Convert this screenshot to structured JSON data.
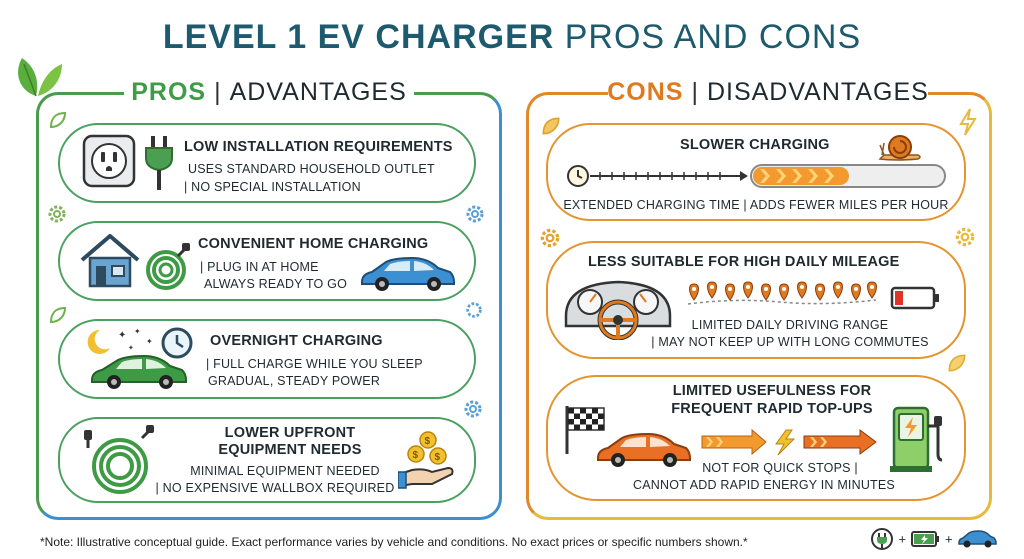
{
  "title": {
    "strong": "LEVEL 1 EV CHARGER",
    "light": "PROS AND CONS"
  },
  "pros": {
    "heading_strong": "PROS",
    "heading_sep": "|",
    "heading_rest": "ADVANTAGES",
    "cards": [
      {
        "title": "LOW INSTALLATION REQUIREMENTS",
        "line1": "USES STANDARD HOUSEHOLD OUTLET",
        "line2": "| NO SPECIAL INSTALLATION"
      },
      {
        "title": "CONVENIENT HOME CHARGING",
        "line1": "| PLUG IN AT HOME",
        "line2": "ALWAYS READY TO GO"
      },
      {
        "title": "OVERNIGHT CHARGING",
        "line1": "| FULL CHARGE WHILE YOU SLEEP",
        "line2": "GRADUAL, STEADY POWER"
      },
      {
        "title1": "LOWER UPFRONT",
        "title2": "EQUIPMENT NEEDS",
        "line1": "MINIMAL EQUIPMENT NEEDED",
        "line2": "| NO EXPENSIVE WALLBOX REQUIRED"
      }
    ]
  },
  "cons": {
    "heading_strong": "CONS",
    "heading_sep": "|",
    "heading_rest": "DISADVANTAGES",
    "cards": [
      {
        "title": "SLOWER CHARGING",
        "line1": "EXTENDED CHARGING TIME | ADDS FEWER MILES PER HOUR"
      },
      {
        "title": "LESS SUITABLE FOR HIGH DAILY MILEAGE",
        "line1": "LIMITED DAILY DRIVING RANGE",
        "line2": "| MAY NOT KEEP UP WITH LONG COMMUTES"
      },
      {
        "title1": "LIMITED USEFULNESS FOR",
        "title2": "FREQUENT RAPID TOP-UPS",
        "line1": "NOT FOR QUICK STOPS |",
        "line2": "CANNOT ADD RAPID ENERGY IN MINUTES"
      }
    ]
  },
  "footnote": "*Note: Illustrative conceptual guide. Exact performance varies by vehicle and conditions. No exact prices or specific numbers shown.*",
  "legend": {
    "plus": "+"
  },
  "colors": {
    "title": "#1e5a6e",
    "pros_green": "#3f9b45",
    "pros_blue": "#3c8fd0",
    "cons_orange": "#e07a1f",
    "cons_yellow": "#e8b93a"
  },
  "icons": {
    "pros": [
      "outlet-icon",
      "plug-icon",
      "house-icon",
      "cable-coil-icon",
      "blue-car-icon",
      "moon-stars-icon",
      "clock-icon",
      "green-car-icon",
      "coiled-cable-icon",
      "coins-hand-icon"
    ],
    "cons": [
      "clock-icon",
      "snail-icon",
      "progress-bar-icon",
      "dashboard-icon",
      "map-pins-icon",
      "low-battery-icon",
      "checkered-flag-icon",
      "orange-car-icon",
      "lightning-icon",
      "charging-station-icon"
    ]
  }
}
